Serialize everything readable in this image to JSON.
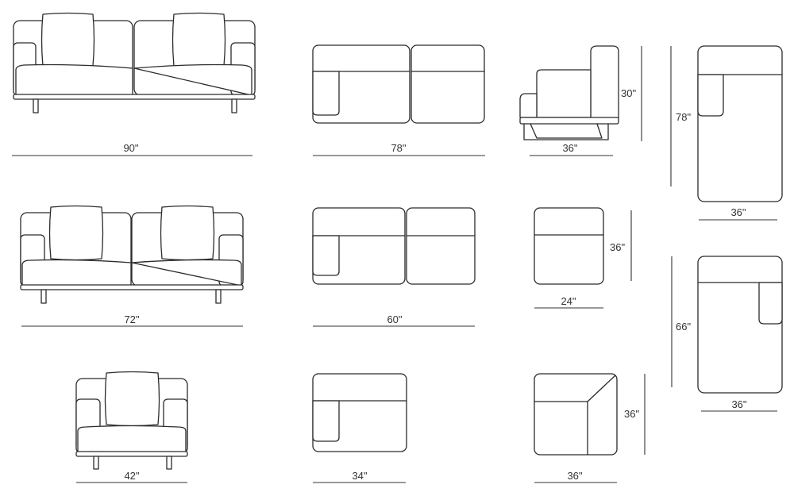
{
  "dimensions": {
    "sofa_90_width": "90\"",
    "sofa_72_width": "72\"",
    "chair_42_width": "42\"",
    "plan_78_width": "78\"",
    "plan_60_width": "60\"",
    "plan_34_width": "34\"",
    "side_view_depth": "36\"",
    "side_view_height": "30\"",
    "armless_depth": "36\"",
    "armless_width": "24\"",
    "corner_width": "36\"",
    "corner_depth": "36\"",
    "chaise_78_length": "78\"",
    "chaise_78_width": "36\"",
    "chaise_66_length": "66\"",
    "chaise_66_width": "36\""
  },
  "colors": {
    "line": "#2b2b2b",
    "background": "#ffffff"
  }
}
